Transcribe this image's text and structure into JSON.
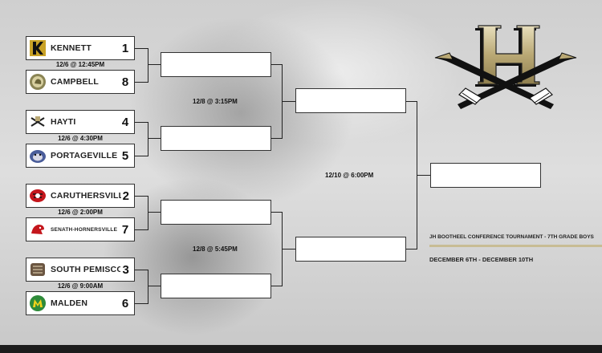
{
  "round1": [
    {
      "time": "12/6 @ 12:45PM",
      "teams": [
        {
          "name": "KENNETT",
          "seed": "1",
          "logo": "kennett-k-logo",
          "small": false
        },
        {
          "name": "CAMPBELL",
          "seed": "8",
          "logo": "campbell-camel-logo",
          "small": false
        }
      ]
    },
    {
      "time": "12/6 @ 4:30PM",
      "teams": [
        {
          "name": "HAYTI",
          "seed": "4",
          "logo": "hayti-arrows-logo",
          "small": false
        },
        {
          "name": "PORTAGEVILLE",
          "seed": "5",
          "logo": "portageville-bulldog-logo",
          "small": false
        }
      ]
    },
    {
      "time": "12/6 @ 2:00PM",
      "teams": [
        {
          "name": "CARUTHERSVILLE",
          "seed": "2",
          "logo": "caruthersville-tiger-logo",
          "small": false
        },
        {
          "name": "SENATH-HORNERSVILLE",
          "seed": "7",
          "logo": "senath-lion-logo",
          "small": true
        }
      ]
    },
    {
      "time": "12/6 @ 9:00AM",
      "teams": [
        {
          "name": "SOUTH PEMISCOT",
          "seed": "3",
          "logo": "south-pemiscot-logo",
          "small": false
        },
        {
          "name": "MALDEN",
          "seed": "6",
          "logo": "malden-m-logo",
          "small": false
        }
      ]
    }
  ],
  "semis": [
    "12/8 @ 3:15PM",
    "12/8 @ 5:45PM"
  ],
  "final_time": "12/10 @ 6:00PM",
  "info": {
    "title": "JH BOOTHEEL CONFERENCE TOURNAMENT - 7TH GRADE BOYS",
    "dates": "DECEMBER 6TH - DECEMBER 10TH"
  },
  "colors": {
    "accent_gold": "#c8bc94",
    "dark": "#1c1c1c"
  }
}
